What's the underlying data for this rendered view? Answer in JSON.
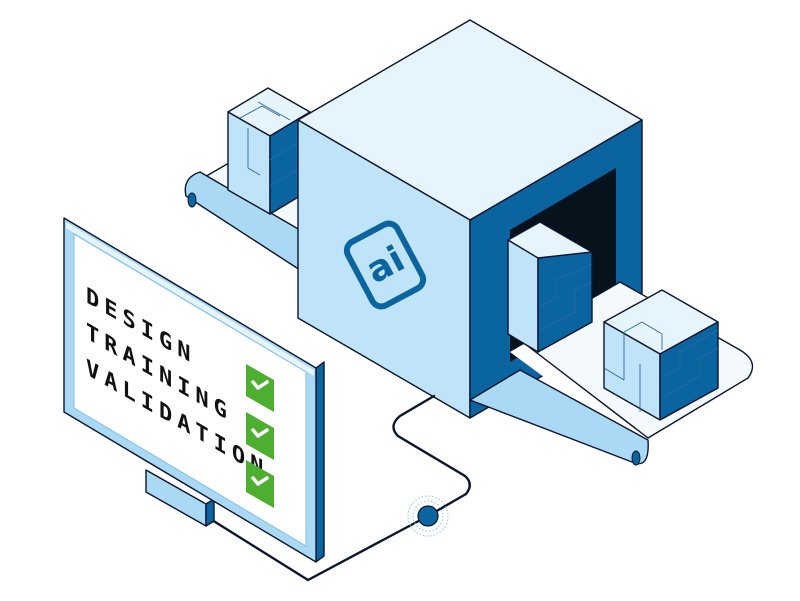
{
  "illustration": {
    "description": "Isometric AI processing machine with conveyor belt and monitor checklist",
    "colors": {
      "background": "#ffffff",
      "light_face": "#bfe3f8",
      "top_face": "#e6f4fd",
      "dark_face": "#0a64a0",
      "tunnel": "#06121c",
      "belt": "#a9d9f5",
      "check_green": "#4caf30",
      "outline": "#0b1530"
    },
    "machine": {
      "logo_text": "ai",
      "logo_icon": "ai-logo-icon"
    },
    "monitor": {
      "checklist": [
        {
          "label": "DESIGN",
          "status": "checked",
          "icon": "checkmark-icon"
        },
        {
          "label": "TRAINING",
          "status": "checked",
          "icon": "checkmark-icon"
        },
        {
          "label": "VALIDATION",
          "status": "checked",
          "icon": "checkmark-icon"
        }
      ]
    },
    "cable": {
      "node_icon": "connection-node-icon"
    }
  }
}
